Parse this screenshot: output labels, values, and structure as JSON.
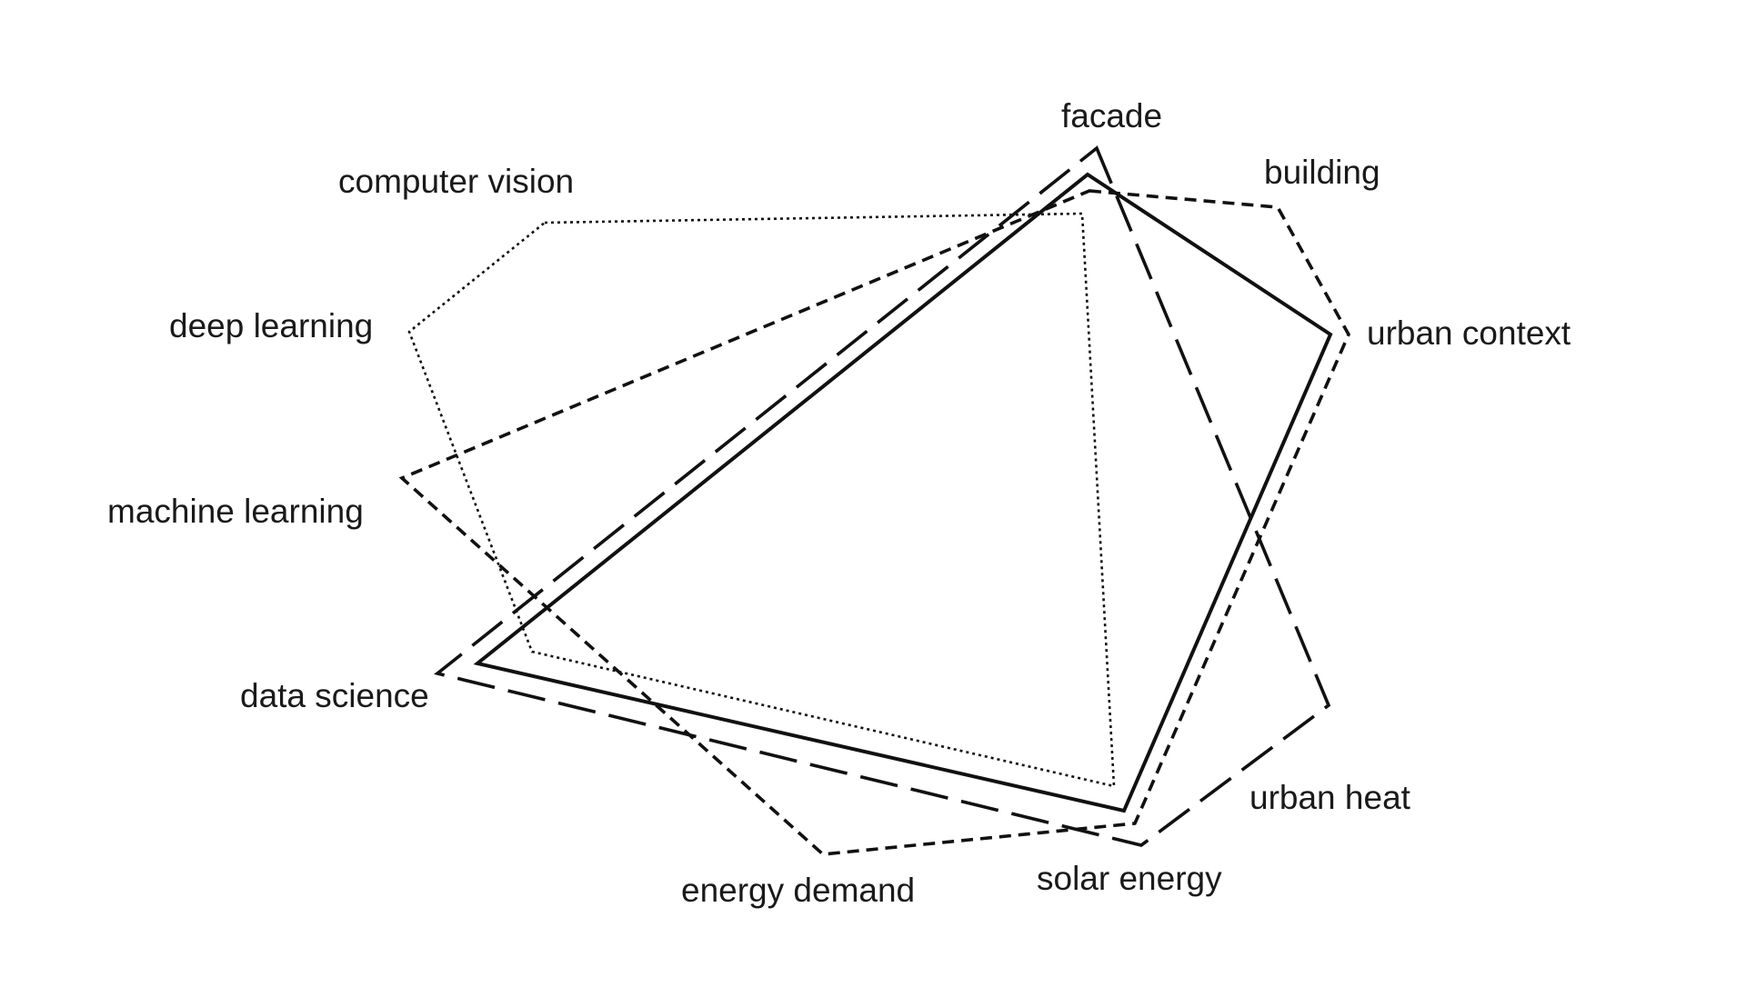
{
  "diagram": {
    "labels": {
      "facade": "facade",
      "building": "building",
      "computer_vision": "computer vision",
      "deep_learning": "deep learning",
      "urban_context": "urban context",
      "machine_learning": "machine learning",
      "data_science": "data science",
      "urban_heat": "urban heat",
      "energy_demand": "energy demand",
      "solar_energy": "solar energy"
    },
    "shapes": [
      {
        "style": "solid",
        "vertices": [
          "facade",
          "urban context",
          "solar energy",
          "data science"
        ]
      },
      {
        "style": "long-dash",
        "vertices": [
          "facade",
          "urban heat",
          "solar energy",
          "data science"
        ]
      },
      {
        "style": "short-dash",
        "vertices": [
          "facade",
          "building",
          "urban context",
          "solar energy",
          "energy demand",
          "machine learning"
        ]
      },
      {
        "style": "dotted",
        "vertices": [
          "computer vision",
          "facade",
          "solar energy",
          "data science",
          "deep learning"
        ]
      }
    ]
  }
}
